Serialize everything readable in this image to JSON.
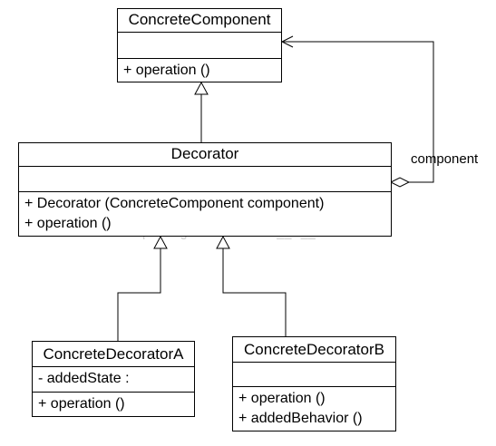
{
  "classes": {
    "concrete_component": {
      "name": "ConcreteComponent",
      "attributes": [],
      "operations": [
        "+ operation ()"
      ]
    },
    "decorator": {
      "name": "Decorator",
      "attributes": [],
      "operations": [
        "+ Decorator (ConcreteComponent component)",
        "+ operation ()"
      ]
    },
    "concrete_decorator_a": {
      "name": "ConcreteDecoratorA",
      "attributes": [
        "- addedState :"
      ],
      "operations": [
        "+ operation ()"
      ]
    },
    "concrete_decorator_b": {
      "name": "ConcreteDecoratorB",
      "attributes": [],
      "operations": [
        "+ operation ()",
        "+ addedBehavior ()"
      ]
    }
  },
  "relations": {
    "association_label": "component"
  },
  "watermark": "http://blog.csdn.net/MRA__S__"
}
